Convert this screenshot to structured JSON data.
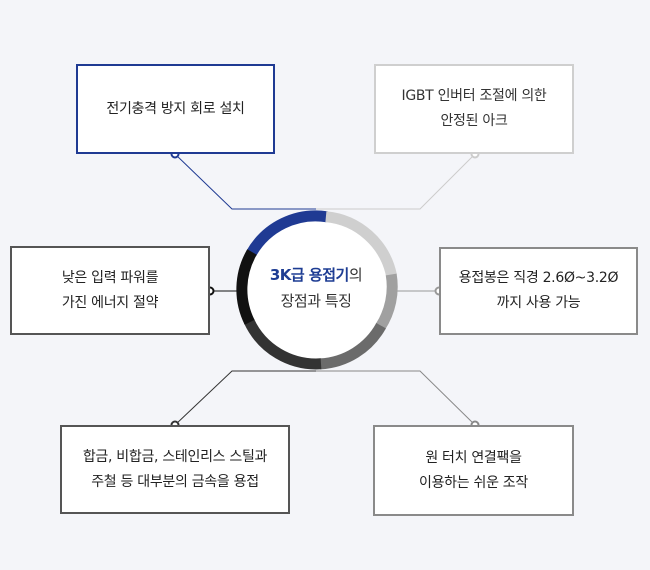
{
  "center": {
    "title_highlight": "3K급 용접기",
    "title_suffix": "의",
    "line2": "장점과 특징"
  },
  "features": [
    {
      "lines": [
        "전기충격 방지 회로 설치"
      ]
    },
    {
      "lines": [
        "IGBT 인버터 조절에 의한",
        "안정된 아크"
      ]
    },
    {
      "lines": [
        "낮은 입력 파워를",
        "가진 에너지 절약"
      ]
    },
    {
      "lines": [
        "용접봉은 직경 2.6Ø~3.2Ø",
        "까지 사용 가능"
      ]
    },
    {
      "lines": [
        "합금, 비합금, 스테인리스 스틸과",
        "주철 등 대부분의 금속을 용접"
      ]
    },
    {
      "lines": [
        "원 터치 연결팩을",
        "이용하는 쉬운 조작"
      ]
    }
  ],
  "colors": {
    "accent_blue": "#1f3a93",
    "ring_segments": [
      "#1f3a93",
      "#cfcfcf",
      "#a0a0a0",
      "#6b6b6b",
      "#333333",
      "#111111"
    ]
  }
}
